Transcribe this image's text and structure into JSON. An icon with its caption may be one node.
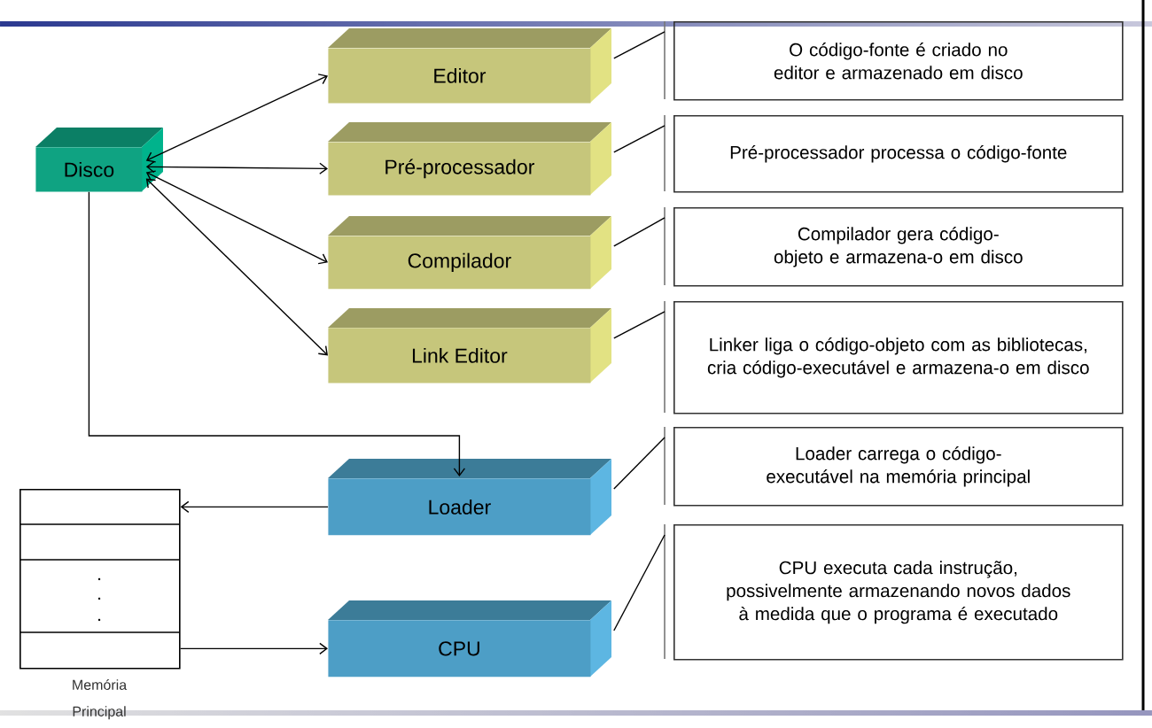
{
  "diagram": {
    "nodes": [
      {
        "text": [
          "Disco"
        ]
      },
      {
        "text": [
          "Editor"
        ]
      },
      {
        "text": [
          "Pré-processador"
        ]
      },
      {
        "text": [
          "Compilador"
        ]
      },
      {
        "text": [
          "Link Editor"
        ]
      },
      {
        "text": [
          "Loader"
        ]
      },
      {
        "text": [
          "CPU"
        ]
      },
      {
        "text": [],
        "shape": "box",
        "beside": [
          "Memória Principal"
        ]
      },
      {
        "text": [
          "O código-fonte é criado no editor e armazenado em disco"
        ]
      },
      {
        "text": [
          "Pré-processador processa o código-fonte"
        ]
      },
      {
        "text": [
          "Compilador gera código-objeto e armazena-o em disco"
        ]
      },
      {
        "text": [
          "Linker liga o código-objeto com as bibliotecas, cria código-executável e armazena-o em disco"
        ]
      },
      {
        "text": [
          "Loader carrega o código-executável na memória principal"
        ]
      },
      {
        "text": [
          "CPU executa cada instrução, possivelmente armazenando novos dados à medida que o programa é executado"
        ]
      }
    ],
    "edges": [
      {
        "from": 0,
        "to": 1,
        "arrow": "both"
      },
      {
        "from": 0,
        "to": 2,
        "arrow": "both"
      },
      {
        "from": 0,
        "to": 3,
        "arrow": "both"
      },
      {
        "from": 0,
        "to": 4,
        "arrow": "both"
      },
      {
        "from": 0,
        "to": 5,
        "arrow": "to"
      },
      {
        "from": 5,
        "to": 7,
        "arrow": "to"
      },
      {
        "from": 7,
        "to": 6,
        "arrow": "to"
      },
      {
        "from": 8,
        "to": 1,
        "arrow": "none"
      },
      {
        "from": 9,
        "to": 2,
        "arrow": "none"
      },
      {
        "from": 10,
        "to": 3,
        "arrow": "none"
      },
      {
        "from": 11,
        "to": 4,
        "arrow": "none"
      },
      {
        "from": 12,
        "to": 5,
        "arrow": "none"
      },
      {
        "from": 13,
        "to": 6,
        "arrow": "none"
      }
    ]
  }
}
